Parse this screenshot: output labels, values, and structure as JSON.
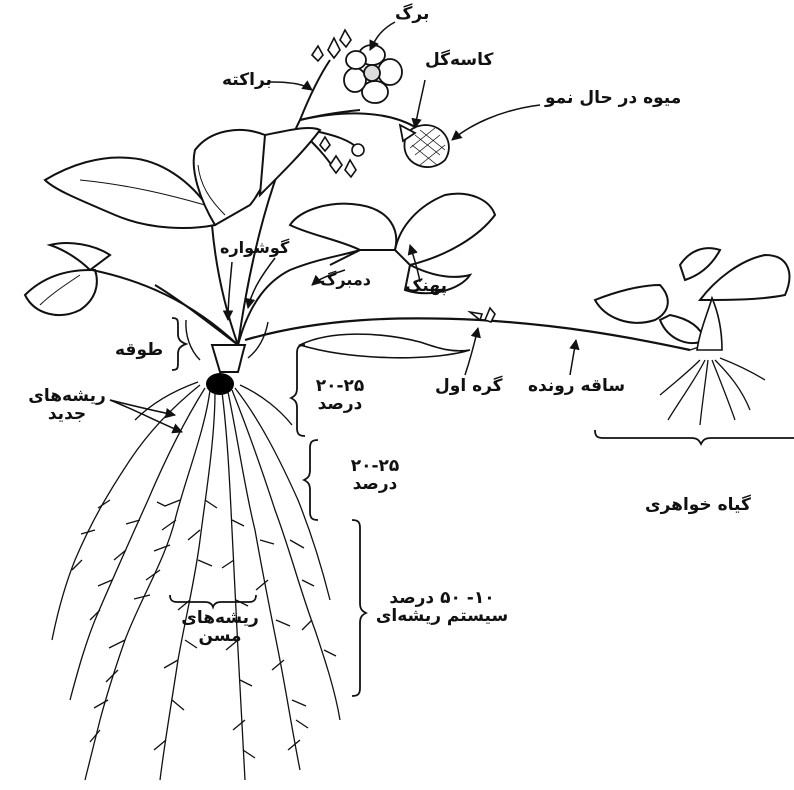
{
  "colors": {
    "ink": "#111111",
    "background": "#ffffff",
    "root_crown": "#000000"
  },
  "labels": {
    "leaf": "برگ",
    "bract": "براکته",
    "calyx": "کاسه‌گل",
    "growing_fruit": "میوه در حال نمو",
    "stipule": "گوشواره",
    "petiole": "دمبرگ",
    "leaf_blade": "پهنک",
    "crown": "طوقه",
    "new_roots_line1": "ریشه‌های",
    "new_roots_line2": "جدید",
    "first_node": "گره اول",
    "runner": "ساقه رونده",
    "daughter_plant": "گیاه خواهری",
    "old_roots_line1": "ریشه‌های",
    "old_roots_line2": "مسن",
    "zone1_line1": "۲۰-۲۵",
    "zone1_line2": "درصد",
    "zone2_line1": "۲۰-۲۵",
    "zone2_line2": "درصد",
    "zone3_line1": "۱۰- ۵۰ درصد",
    "zone3_line2": "سیستم ریشه‌ای"
  }
}
